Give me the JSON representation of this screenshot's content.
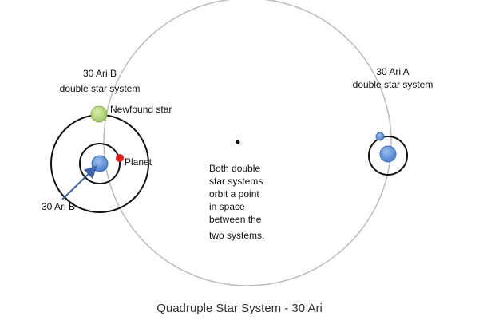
{
  "title": "Quadruple Star System - 30 Ari",
  "labels": {
    "system_b_line1": "30 Ari B",
    "system_b_line2": "double star system",
    "system_a_line1": "30 Ari A",
    "system_a_line2": "double star system",
    "newfound_star": "Newfound star",
    "planet": "Planet",
    "star_b": "30 Ari B"
  },
  "note": [
    "Both double",
    "star systems",
    "orbit a point",
    "in space",
    "between the",
    "two systems."
  ],
  "colors": {
    "big_orbit": "#bbbbbb",
    "system_orbit": "#111111",
    "blue_star": "#5b8fd6",
    "green_star": "#b6d97a",
    "planet": "#e31b1b",
    "arrow": "#3b62a8"
  }
}
